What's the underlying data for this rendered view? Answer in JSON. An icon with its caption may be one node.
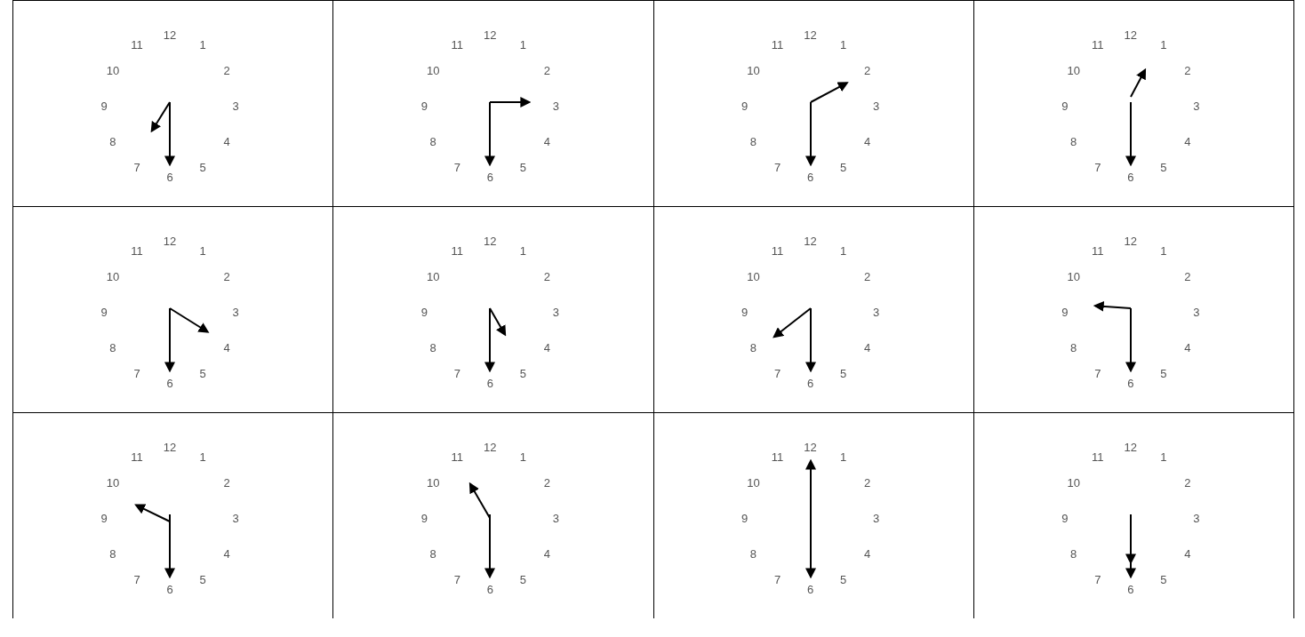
{
  "diagram": {
    "labels": [
      "12",
      "1",
      "2",
      "3",
      "4",
      "5",
      "6",
      "7",
      "8",
      "9",
      "10",
      "11",
      "12",
      "1",
      "2",
      "3",
      "4",
      "5",
      "6",
      "7",
      "8",
      "9",
      "10",
      "11",
      "12",
      "1",
      "2",
      "3",
      "4",
      "5",
      "6",
      "7",
      "8",
      "9",
      "10",
      "11",
      "12",
      "1",
      "2",
      "3",
      "4",
      "5",
      "6",
      "7",
      "8",
      "9",
      "10",
      "11",
      "12",
      "1",
      "2",
      "3",
      "4",
      "5",
      "6",
      "7",
      "8",
      "9",
      "10",
      "11",
      "12",
      "1",
      "2",
      "3",
      "4",
      "5",
      "6",
      "7",
      "8",
      "9",
      "10",
      "11",
      "12",
      "1",
      "2",
      "3",
      "4",
      "5",
      "6",
      "7",
      "8",
      "9",
      "10",
      "11",
      "12",
      "1",
      "2",
      "3",
      "4",
      "5",
      "6",
      "7",
      "8",
      "9",
      "10",
      "11",
      "12",
      "1",
      "2",
      "3",
      "4",
      "5",
      "6",
      "7",
      "8",
      "9",
      "10",
      "11",
      "12",
      "1",
      "2",
      "3",
      "4",
      "5",
      "6",
      "7",
      "8",
      "9",
      "10",
      "11",
      "12",
      "1",
      "2",
      "3",
      "4",
      "5",
      "6",
      "7",
      "8",
      "9",
      "10",
      "11",
      "12",
      "1",
      "2",
      "3",
      "4",
      "5",
      "6",
      "7",
      "8",
      "9",
      "10",
      "11"
    ]
  }
}
